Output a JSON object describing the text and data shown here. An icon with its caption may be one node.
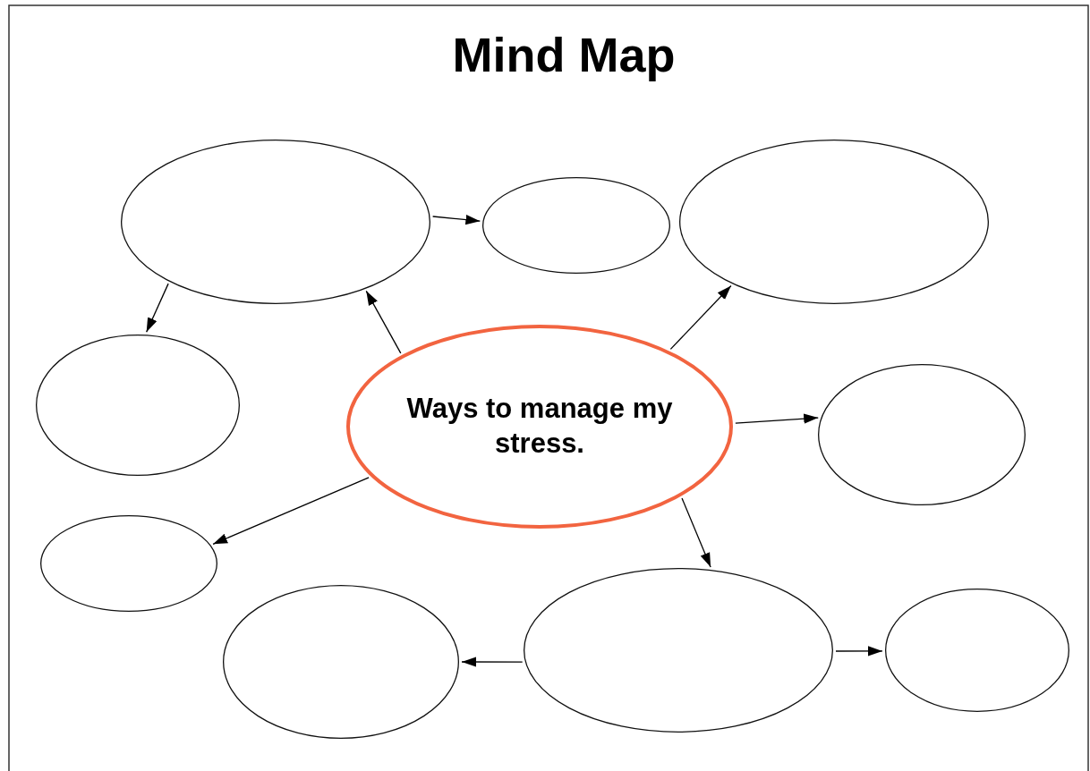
{
  "diagram": {
    "title": "Mind Map",
    "nodes": [
      {
        "text": [
          "Ways to manage my stress."
        ]
      },
      {
        "text": [],
        "shape": "ellipse"
      },
      {
        "text": [],
        "shape": "ellipse"
      },
      {
        "text": [],
        "shape": "ellipse"
      },
      {
        "text": [],
        "shape": "ellipse"
      },
      {
        "text": [],
        "shape": "ellipse"
      },
      {
        "text": [],
        "shape": "ellipse"
      },
      {
        "text": [],
        "shape": "ellipse"
      },
      {
        "text": [],
        "shape": "ellipse"
      },
      {
        "text": [],
        "shape": "ellipse"
      }
    ],
    "edges": [
      {
        "from": 0,
        "to": 1,
        "arrow": "to"
      },
      {
        "from": 1,
        "to": 2,
        "arrow": "to"
      },
      {
        "from": 1,
        "to": 4,
        "arrow": "to"
      },
      {
        "from": 0,
        "to": 3,
        "arrow": "to"
      },
      {
        "from": 0,
        "to": 5,
        "arrow": "to"
      },
      {
        "from": 0,
        "to": 6,
        "arrow": "to"
      },
      {
        "from": 0,
        "to": 8,
        "arrow": "to"
      },
      {
        "from": 8,
        "to": 7,
        "arrow": "to"
      },
      {
        "from": 8,
        "to": 9,
        "arrow": "to"
      }
    ]
  }
}
